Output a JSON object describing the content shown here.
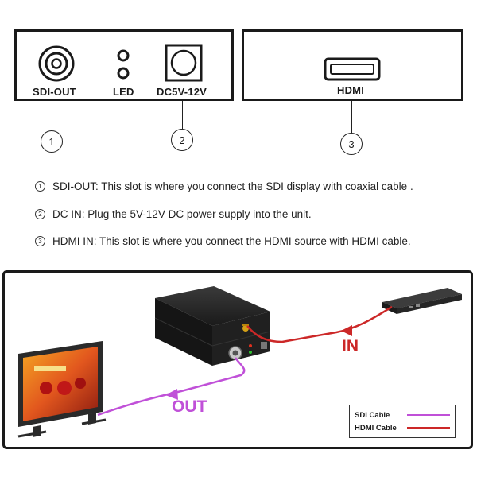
{
  "colors": {
    "sdi_cable": "#c050d8",
    "hdmi_cable": "#cc2828",
    "in_label": "#cc2828",
    "out_label": "#c050d8",
    "outline": "#1a1a1a"
  },
  "panels": {
    "left": {
      "ports": [
        {
          "label": "SDI-OUT",
          "icon": "bnc-connector-icon"
        },
        {
          "label": "LED",
          "icon": "led-indicator-icon"
        },
        {
          "label": "DC5V-12V",
          "icon": "dc-jack-icon"
        }
      ]
    },
    "right": {
      "ports": [
        {
          "label": "HDMI",
          "icon": "hdmi-port-icon"
        }
      ]
    }
  },
  "callouts": [
    "1",
    "2",
    "3"
  ],
  "legend": [
    {
      "num": "1",
      "text": "SDI-OUT: This slot is where you connect the SDI display with coaxial cable ."
    },
    {
      "num": "2",
      "text": "DC IN: Plug the 5V-12V DC power supply into the unit."
    },
    {
      "num": "3",
      "text": "HDMI IN: This slot is where you connect the HDMI source with HDMI cable."
    }
  ],
  "diagram": {
    "in_label": "IN",
    "out_label": "OUT",
    "cable_legend": {
      "sdi": "SDI Cable",
      "hdmi": "HDMI Cable"
    }
  }
}
